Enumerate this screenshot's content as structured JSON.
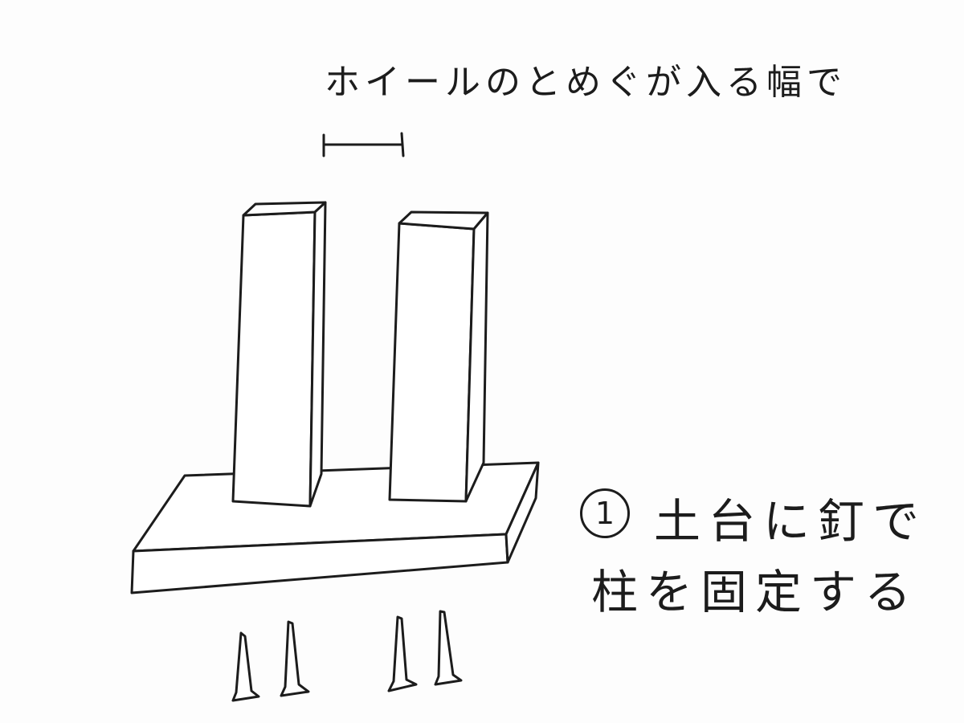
{
  "annotation": {
    "width_note": "ホイールのとめぐが入る幅で"
  },
  "step": {
    "number": "1",
    "line1": "土台に釘で",
    "line2": "柱を固定する"
  },
  "colors": {
    "ink": "#1c1c1c",
    "paper": "#fdfdfd"
  }
}
